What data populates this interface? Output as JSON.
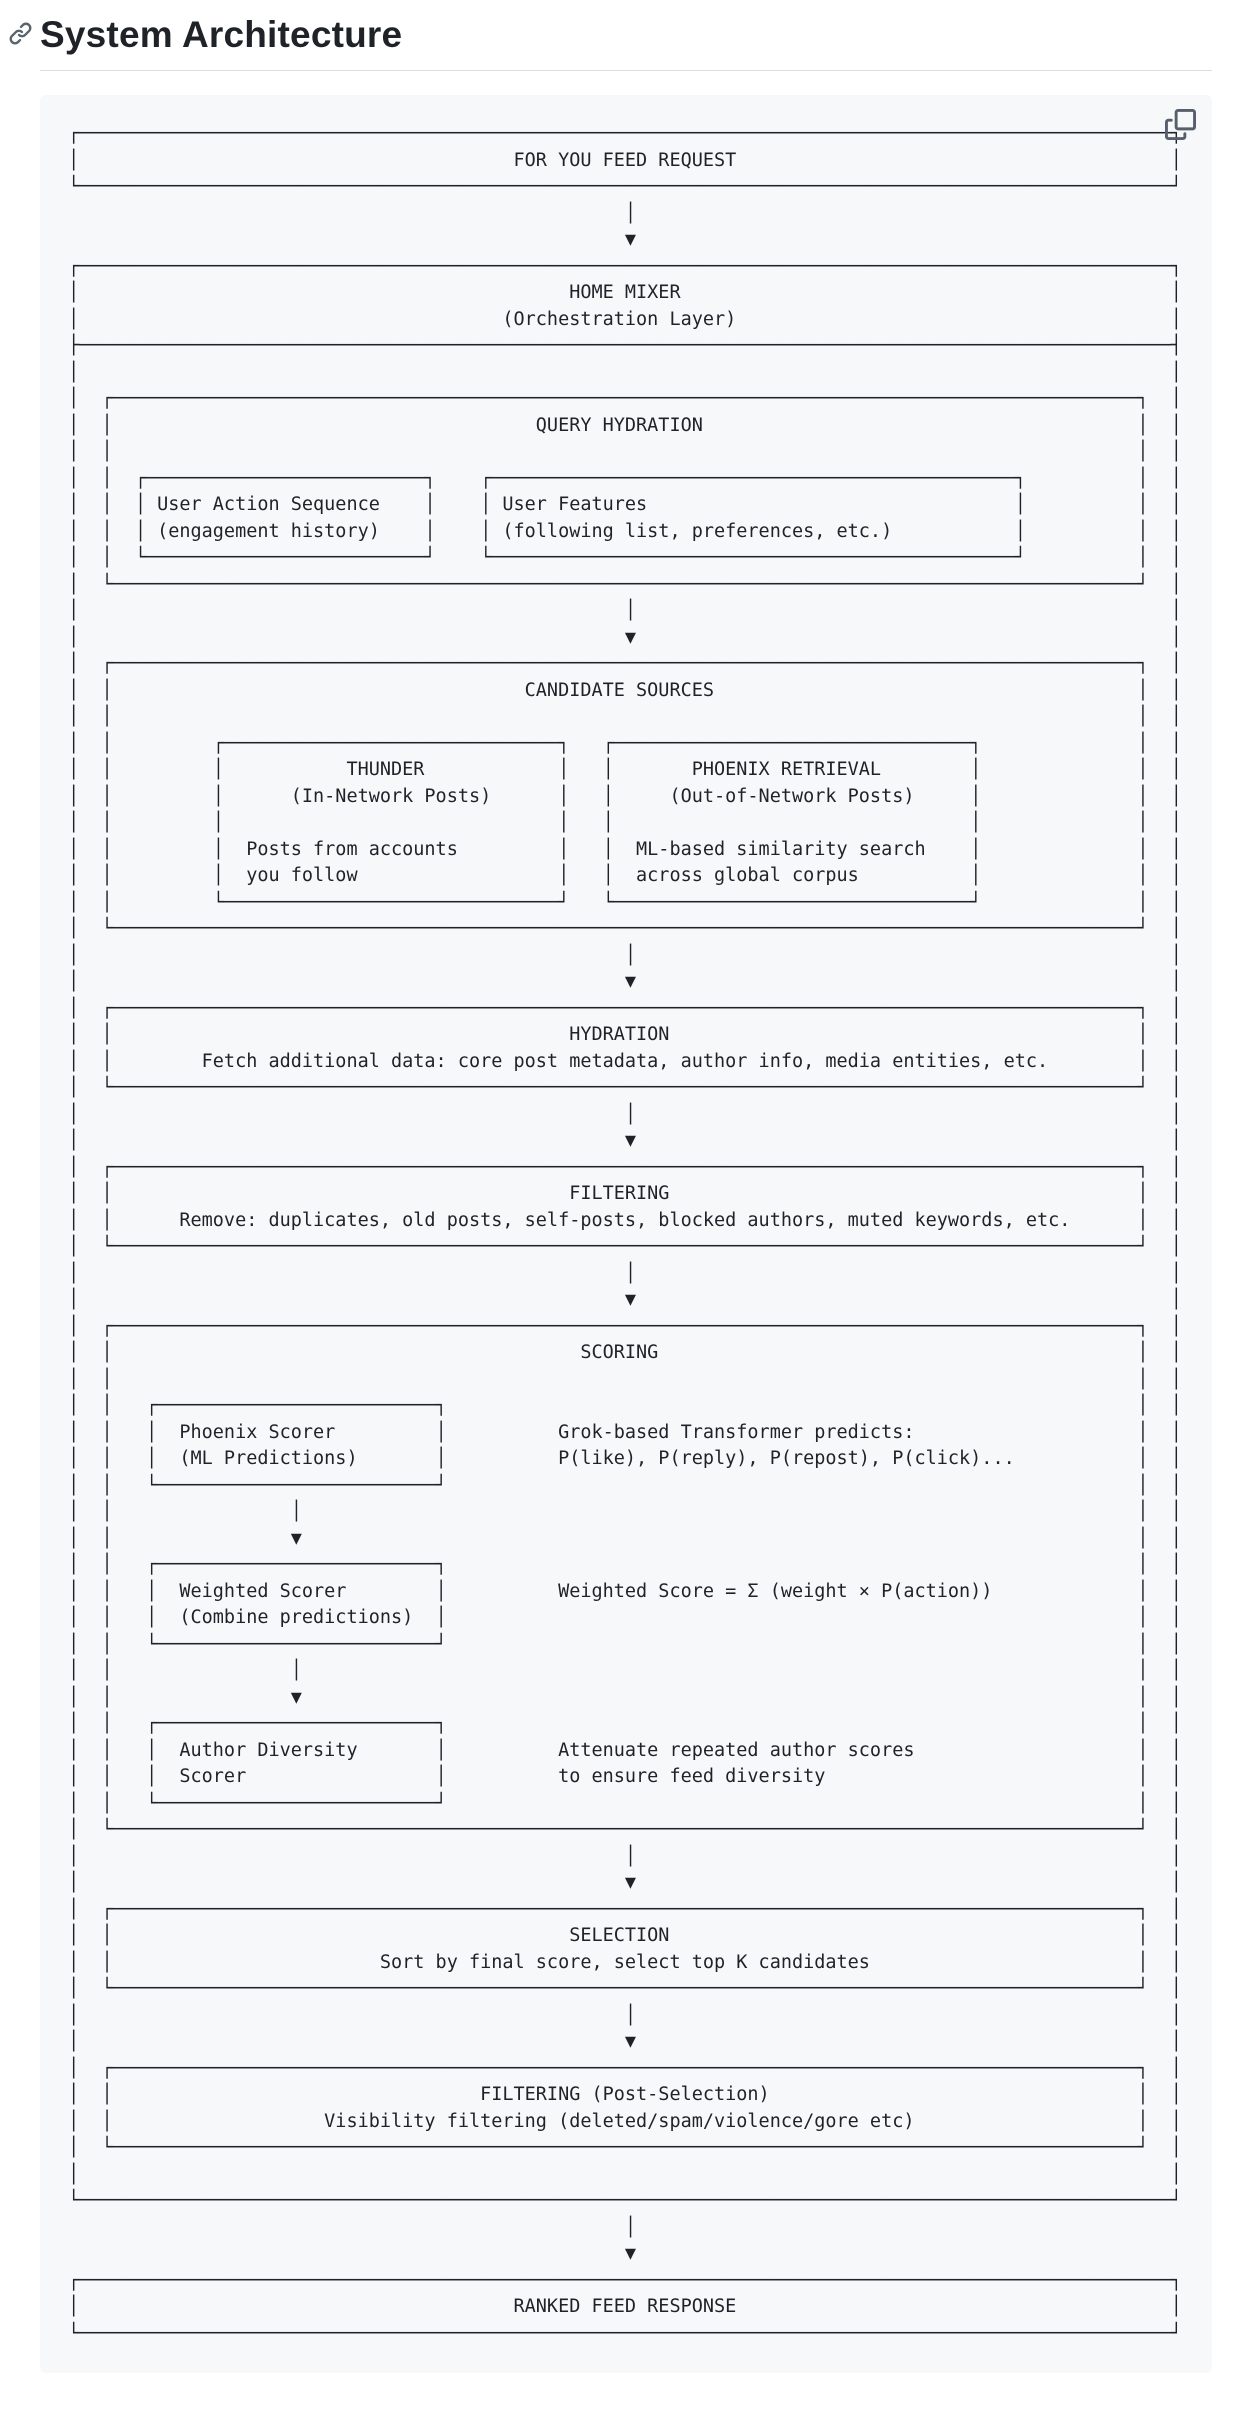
{
  "page": {
    "heading": "System Architecture"
  },
  "icons": {
    "heading_anchor": "link-icon",
    "copy": "copy-icon"
  },
  "colors": {
    "code_block_background": "#f6f8fa",
    "text": "#1f2328",
    "icon_muted": "#57606a",
    "heading_divider": "#d8dee4"
  },
  "diagram": {
    "lines": [
      "┌──────────────────────────────────────────────────────────────────────────────────────────────────┐",
      "│                                       FOR YOU FEED REQUEST                                       │",
      "└──────────────────────────────────────────────────────────────────────────────────────────────────┘",
      "                                                  │",
      "                                                  ▼",
      "┌──────────────────────────────────────────────────────────────────────────────────────────────────┐",
      "│                                            HOME MIXER                                            │",
      "│                                      (Orchestration Layer)                                       │",
      "├──────────────────────────────────────────────────────────────────────────────────────────────────┤",
      "│                                                                                                  │",
      "│  ┌────────────────────────────────────────────────────────────────────────────────────────────┐  │",
      "│  │                                      QUERY HYDRATION                                       │  │",
      "│  │                                                                                            │  │",
      "│  │  ┌─────────────────────────┐    ┌───────────────────────────────────────────────┐          │  │",
      "│  │  │ User Action Sequence    │    │ User Features                                 │          │  │",
      "│  │  │ (engagement history)    │    │ (following list, preferences, etc.)           │          │  │",
      "│  │  └─────────────────────────┘    └───────────────────────────────────────────────┘          │  │",
      "│  └────────────────────────────────────────────────────────────────────────────────────────────┘  │",
      "│                                                 │                                                │",
      "│                                                 ▼                                                │",
      "│  ┌────────────────────────────────────────────────────────────────────────────────────────────┐  │",
      "│  │                                     CANDIDATE SOURCES                                      │  │",
      "│  │                                                                                            │  │",
      "│  │         ┌──────────────────────────────┐   ┌────────────────────────────────┐              │  │",
      "│  │         │           THUNDER            │   │       PHOENIX RETRIEVAL        │              │  │",
      "│  │         │      (In-Network Posts)      │   │     (Out-of-Network Posts)     │              │  │",
      "│  │         │                              │   │                                │              │  │",
      "│  │         │  Posts from accounts         │   │  ML-based similarity search    │              │  │",
      "│  │         │  you follow                  │   │  across global corpus          │              │  │",
      "│  │         └──────────────────────────────┘   └────────────────────────────────┘              │  │",
      "│  └────────────────────────────────────────────────────────────────────────────────────────────┘  │",
      "│                                                 │                                                │",
      "│                                                 ▼                                                │",
      "│  ┌────────────────────────────────────────────────────────────────────────────────────────────┐  │",
      "│  │                                         HYDRATION                                          │  │",
      "│  │        Fetch additional data: core post metadata, author info, media entities, etc.        │  │",
      "│  └────────────────────────────────────────────────────────────────────────────────────────────┘  │",
      "│                                                 │                                                │",
      "│                                                 ▼                                                │",
      "│  ┌────────────────────────────────────────────────────────────────────────────────────────────┐  │",
      "│  │                                         FILTERING                                          │  │",
      "│  │      Remove: duplicates, old posts, self-posts, blocked authors, muted keywords, etc.      │  │",
      "│  └────────────────────────────────────────────────────────────────────────────────────────────┘  │",
      "│                                                 │                                                │",
      "│                                                 ▼                                                │",
      "│  ┌────────────────────────────────────────────────────────────────────────────────────────────┐  │",
      "│  │                                          SCORING                                           │  │",
      "│  │                                                                                            │  │",
      "│  │   ┌─────────────────────────┐                                                              │  │",
      "│  │   │  Phoenix Scorer         │          Grok-based Transformer predicts:                    │  │",
      "│  │   │  (ML Predictions)       │          P(like), P(reply), P(repost), P(click)...           │  │",
      "│  │   └─────────────────────────┘                                                              │  │",
      "│  │                │                                                                           │  │",
      "│  │                ▼                                                                           │  │",
      "│  │   ┌─────────────────────────┐                                                              │  │",
      "│  │   │  Weighted Scorer        │          Weighted Score = Σ (weight × P(action))             │  │",
      "│  │   │  (Combine predictions)  │                                                              │  │",
      "│  │   └─────────────────────────┘                                                              │  │",
      "│  │                │                                                                           │  │",
      "│  │                ▼                                                                           │  │",
      "│  │   ┌─────────────────────────┐                                                              │  │",
      "│  │   │  Author Diversity       │          Attenuate repeated author scores                    │  │",
      "│  │   │  Scorer                 │          to ensure feed diversity                            │  │",
      "│  │   └─────────────────────────┘                                                              │  │",
      "│  └────────────────────────────────────────────────────────────────────────────────────────────┘  │",
      "│                                                 │                                                │",
      "│                                                 ▼                                                │",
      "│  ┌────────────────────────────────────────────────────────────────────────────────────────────┐  │",
      "│  │                                         SELECTION                                          │  │",
      "│  │                        Sort by final score, select top K candidates                        │  │",
      "│  └────────────────────────────────────────────────────────────────────────────────────────────┘  │",
      "│                                                 │                                                │",
      "│                                                 ▼                                                │",
      "│  ┌────────────────────────────────────────────────────────────────────────────────────────────┐  │",
      "│  │                                 FILTERING (Post-Selection)                                 │  │",
      "│  │                   Visibility filtering (deleted/spam/violence/gore etc)                    │  │",
      "│  └────────────────────────────────────────────────────────────────────────────────────────────┘  │",
      "│                                                                                                  │",
      "└──────────────────────────────────────────────────────────────────────────────────────────────────┘",
      "                                                  │",
      "                                                  ▼",
      "┌──────────────────────────────────────────────────────────────────────────────────────────────────┐",
      "│                                       RANKED FEED RESPONSE                                       │",
      "└──────────────────────────────────────────────────────────────────────────────────────────────────┘"
    ]
  }
}
